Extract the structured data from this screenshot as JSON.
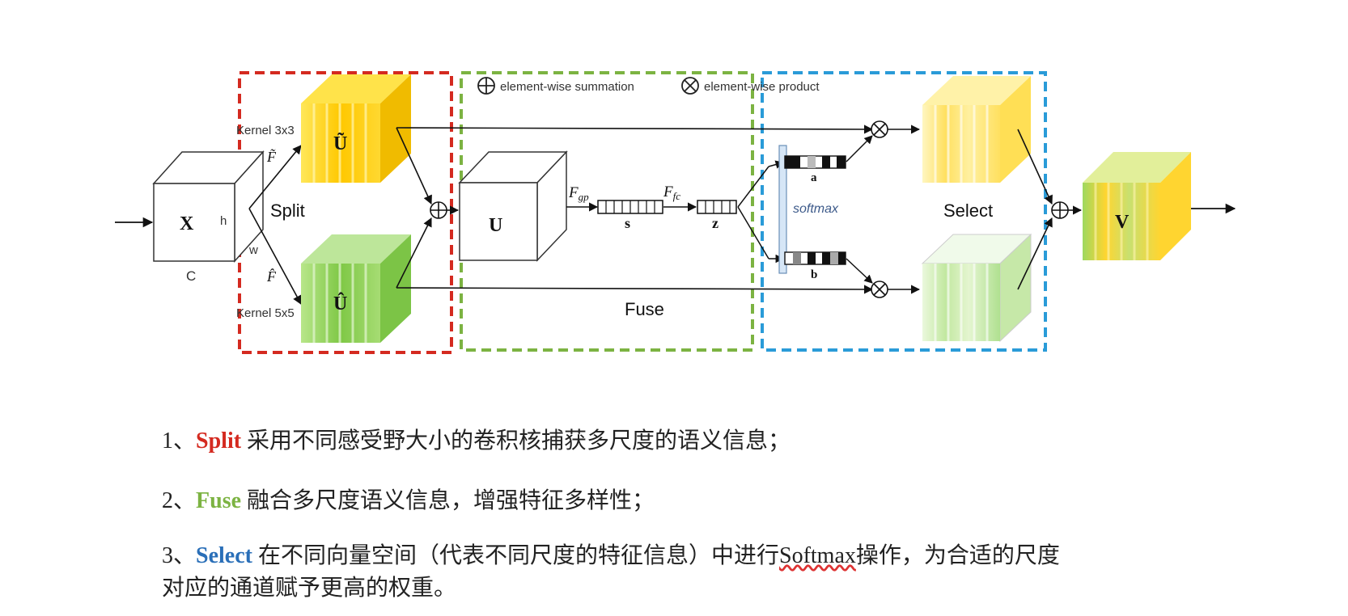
{
  "colors": {
    "split": "#d42a20",
    "fuse": "#7cb342",
    "select": "#2a9bd8",
    "yellow": "#ffd11a",
    "green": "#8fd14f"
  },
  "diagram": {
    "legend": {
      "sum": "element-wise summation",
      "product": "element-wise product"
    },
    "x": {
      "label": "X",
      "h": "h",
      "w": "w",
      "c": "C"
    },
    "split": {
      "title": "Split",
      "kernel_top": "Kernel 3x3",
      "kernel_bottom": "Kernel 5x5",
      "f_top": "F̃",
      "f_bottom": "F̂",
      "u_top": "Ũ",
      "u_bottom": "Û"
    },
    "fuse": {
      "title": "Fuse",
      "u": "U",
      "fgp": "F",
      "fgp_sub": "gp",
      "ffc": "F",
      "ffc_sub": "fc",
      "s": "s",
      "z": "z"
    },
    "select": {
      "title": "Select",
      "softmax": "softmax",
      "a": "a",
      "b": "b"
    },
    "output": {
      "v": "V"
    }
  },
  "descriptions": [
    {
      "num": "1、",
      "kw": "Split",
      "text": " 采用不同感受野大小的卷积核捕获多尺度的语义信息；"
    },
    {
      "num": "2、",
      "kw": "Fuse",
      "text": " 融合多尺度语义信息，增强特征多样性；"
    },
    {
      "num": "3、",
      "kw": "Select",
      "text1": " 在不同向量空间（代表不同尺度的特征信息）中进行",
      "sm": "Softmax",
      "text2": "操作，为合适的尺度",
      "line2": "对应的通道赋予更高的权重。"
    }
  ]
}
